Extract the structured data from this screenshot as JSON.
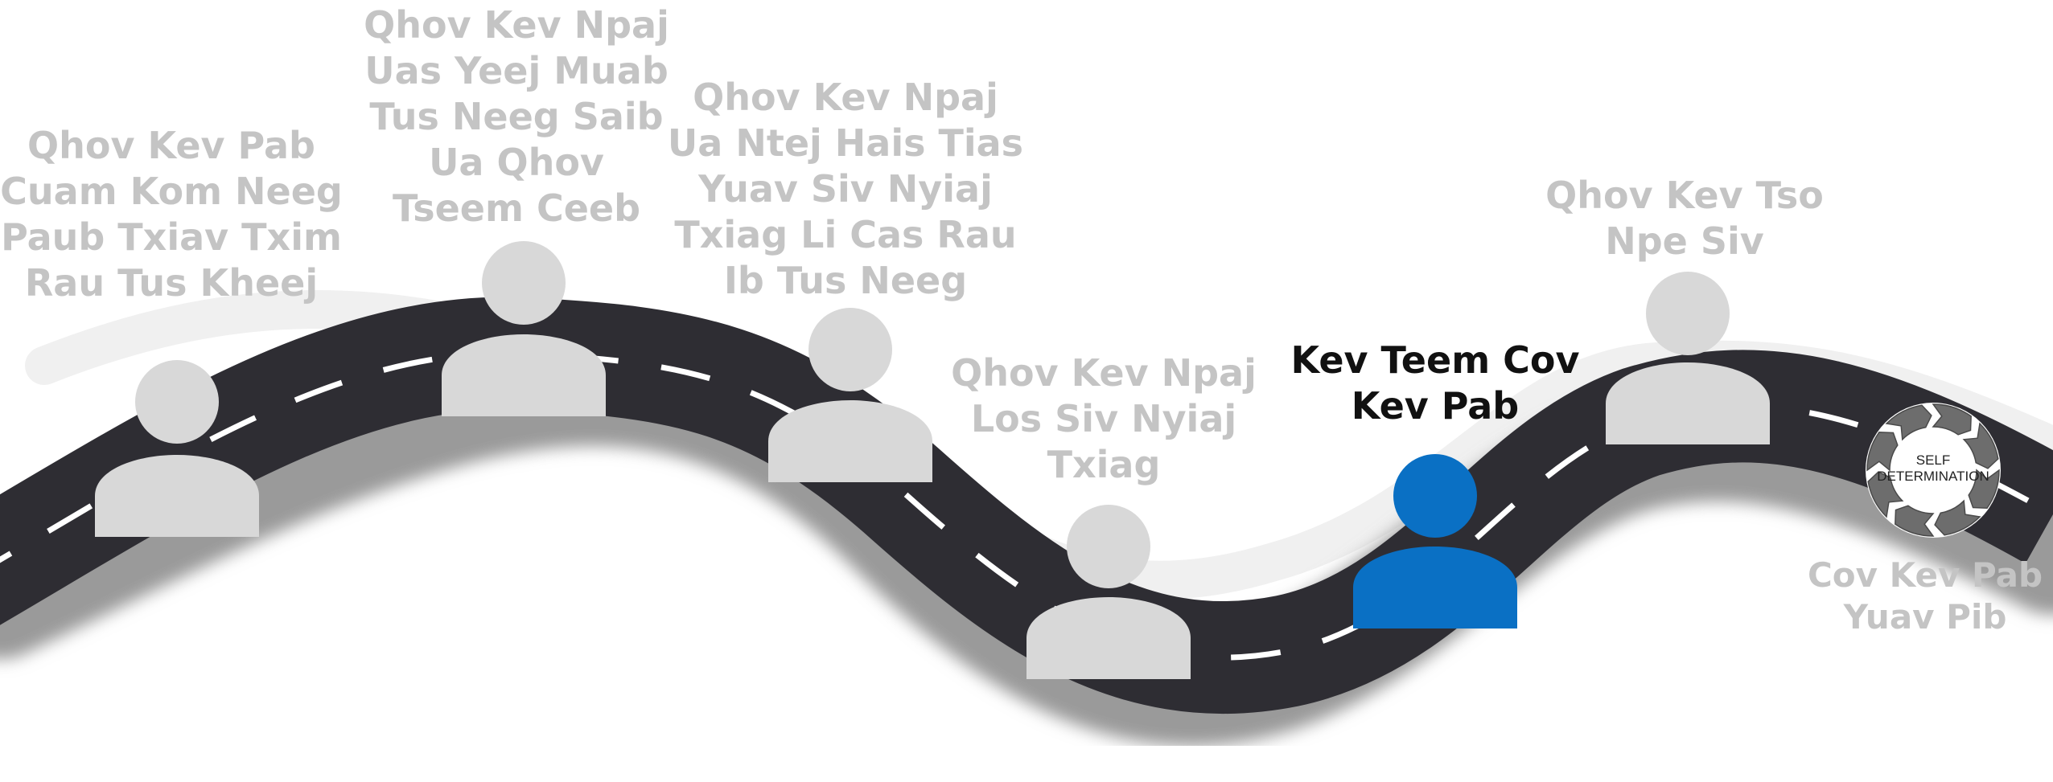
{
  "colors": {
    "road": "#2e2d33",
    "road_shadow": "#9a9a9a",
    "lane_marking": "#ffffff",
    "person_inactive": "#d8d8d8",
    "person_active": "#0a70c4",
    "label_inactive": "#c4c4c4",
    "label_active": "#111111",
    "badge": "#6d6d6d"
  },
  "steps": [
    {
      "id": "step-1",
      "lines": [
        "Qhov Kev Pab",
        "Cuam Kom Neeg",
        "Paub Txiav Txim",
        "Rau Tus Kheej"
      ],
      "active": false
    },
    {
      "id": "step-2",
      "lines": [
        "Qhov Kev Npaj",
        "Uas Yeej Muab",
        "Tus Neeg Saib",
        "Ua Qhov",
        "Tseem Ceeb"
      ],
      "active": false
    },
    {
      "id": "step-3",
      "lines": [
        "Qhov Kev Npaj",
        "Ua Ntej Hais Tias",
        "Yuav Siv Nyiaj",
        "Txiag Li Cas Rau",
        "Ib Tus Neeg"
      ],
      "active": false
    },
    {
      "id": "step-4",
      "lines": [
        "Qhov Kev Npaj",
        "Los Siv Nyiaj",
        "Txiag"
      ],
      "active": false
    },
    {
      "id": "step-5",
      "lines": [
        "Kev Teem Cov",
        "Kev Pab"
      ],
      "active": true
    },
    {
      "id": "step-6",
      "lines": [
        "Qhov Kev Tso",
        "Npe Siv"
      ],
      "active": false
    }
  ],
  "destination": {
    "badge_line1": "SELF",
    "badge_line2": "DETERMINATION",
    "badge_icon": "circular-arrows-icon",
    "lines": [
      "Cov Kev Pab",
      "Yuav Pib"
    ]
  }
}
